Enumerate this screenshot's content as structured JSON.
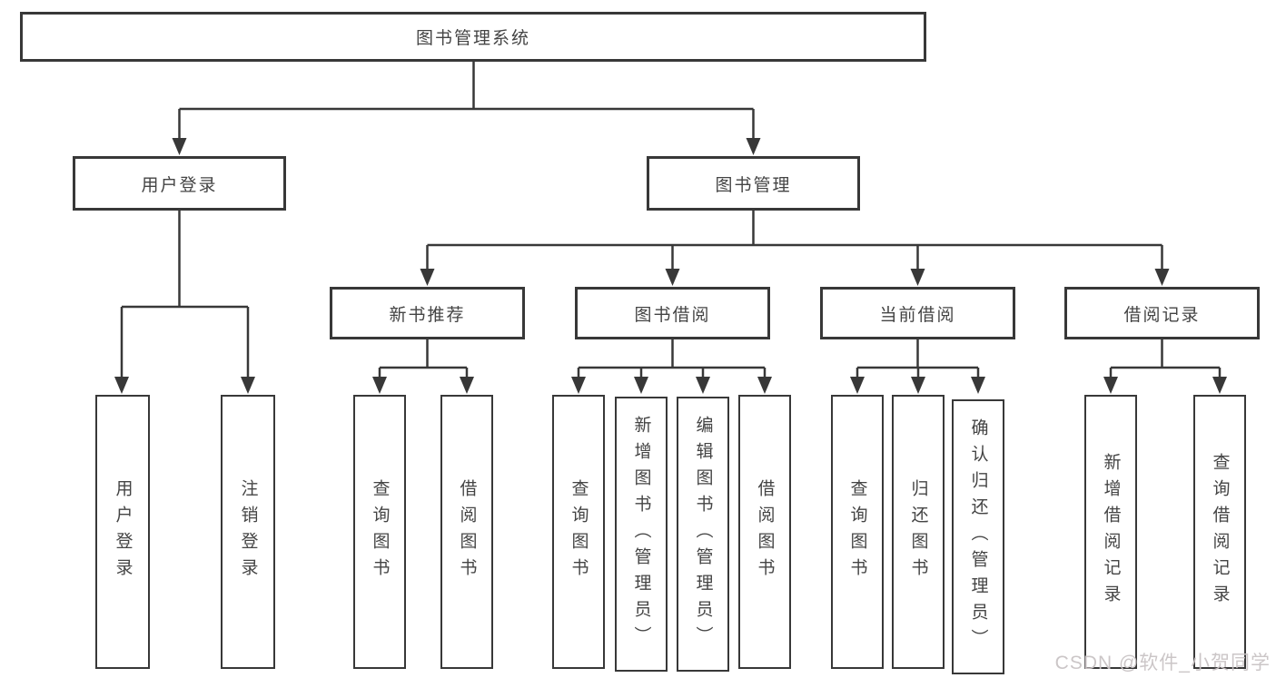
{
  "diagram": {
    "root": {
      "label": "图书管理系统"
    },
    "branches": [
      {
        "label": "用户登录",
        "children": [
          {
            "label": "用户登录"
          },
          {
            "label": "注销登录"
          }
        ]
      },
      {
        "label": "图书管理",
        "children": [
          {
            "label": "新书推荐",
            "children": [
              {
                "label": "查询图书"
              },
              {
                "label": "借阅图书"
              }
            ]
          },
          {
            "label": "图书借阅",
            "children": [
              {
                "label": "查询图书"
              },
              {
                "label": "新增图书（管理员）"
              },
              {
                "label": "编辑图书（管理员）"
              },
              {
                "label": "借阅图书"
              }
            ]
          },
          {
            "label": "当前借阅",
            "children": [
              {
                "label": "查询图书"
              },
              {
                "label": "归还图书"
              },
              {
                "label": "确认归还（管理员）"
              }
            ]
          },
          {
            "label": "借阅记录",
            "children": [
              {
                "label": "新增借阅记录"
              },
              {
                "label": "查询借阅记录"
              }
            ]
          }
        ]
      }
    ]
  },
  "watermark": {
    "text": "CSDN @软件_小贺同学",
    "color": "#c9c3c5"
  },
  "colors": {
    "background": "#ffffff",
    "line": "#383838",
    "box_border": "#383838",
    "box_fill": "#ffffff",
    "text": "#444444"
  }
}
